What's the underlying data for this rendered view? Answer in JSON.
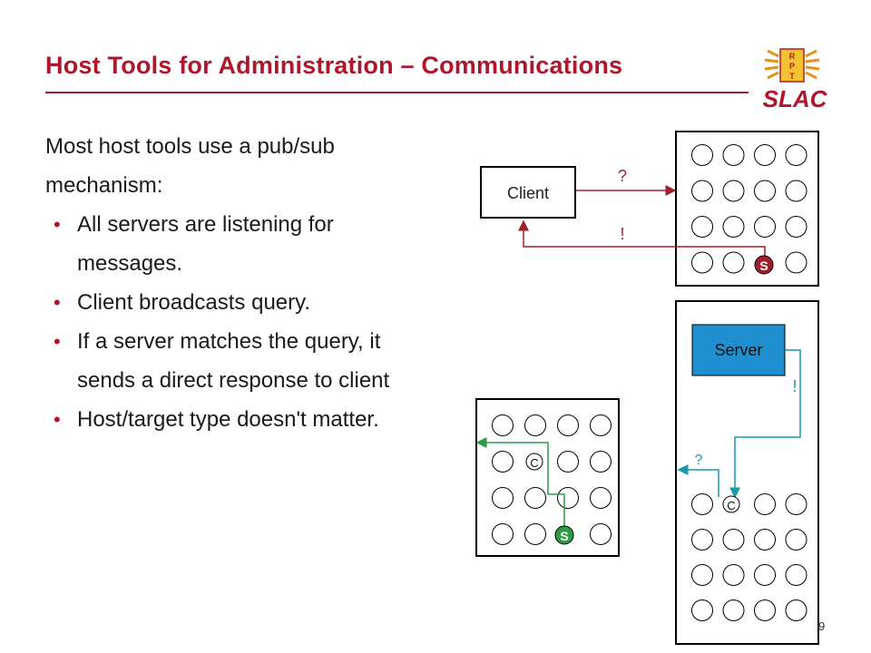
{
  "slide": {
    "title": "Host Tools for Administration – Communications",
    "page_number": "9"
  },
  "body": {
    "intro": "Most host tools use a pub/sub mechanism:",
    "bullets": [
      "All servers are listening for messages.",
      "Client broadcasts query.",
      "If a server matches the query, it sends a direct response to client",
      "Host/target type doesn't matter."
    ]
  },
  "logo": {
    "text": "SLAC",
    "emblem_letters": [
      "R",
      "P",
      "T"
    ]
  },
  "diagram": {
    "client_label": "Client",
    "query_mark": "?",
    "response_mark": "!",
    "server_node": "S",
    "server_label": "Server",
    "client_node": "C",
    "lower_query_mark": "?",
    "lower_response_mark": "!",
    "colors": {
      "red": "#a31e2b",
      "teal": "#1a9aa6",
      "green": "#2e9b45",
      "server_box": "#1f8fcf"
    }
  }
}
